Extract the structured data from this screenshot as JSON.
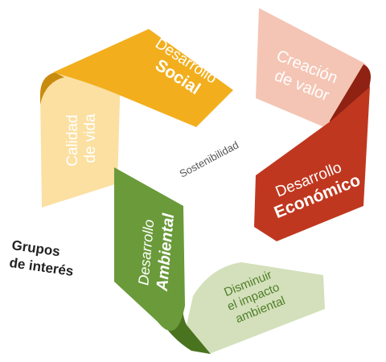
{
  "diagram": {
    "center_label": "Sostenibilidad",
    "side_label_lines": [
      "Grupos",
      "de interés"
    ],
    "segments": {
      "social": {
        "regular": "Desarrollo",
        "bold": "Social"
      },
      "social_tail": {
        "lines": [
          "Calidad",
          "de vida"
        ]
      },
      "economic_head": {
        "lines": [
          "Creación",
          "de valor"
        ]
      },
      "economic": {
        "regular": "Desarrollo",
        "bold": "Económico"
      },
      "environmental": {
        "regular": "Desarrollo",
        "bold": "Ambiental"
      },
      "environmental_tail": {
        "lines": [
          "Disminuir",
          "el impacto",
          "ambiental"
        ]
      }
    }
  },
  "colors": {
    "social": "#f2ae1c",
    "social_fold": "#c98b0e",
    "social_light": "#fbe0a2",
    "economic": "#c0371f",
    "economic_fold": "#8f2212",
    "economic_light": "#f4c5b4",
    "environmental": "#6a9a3a",
    "environmental_fold": "#49731f",
    "environmental_light": "#d3e0bb"
  }
}
